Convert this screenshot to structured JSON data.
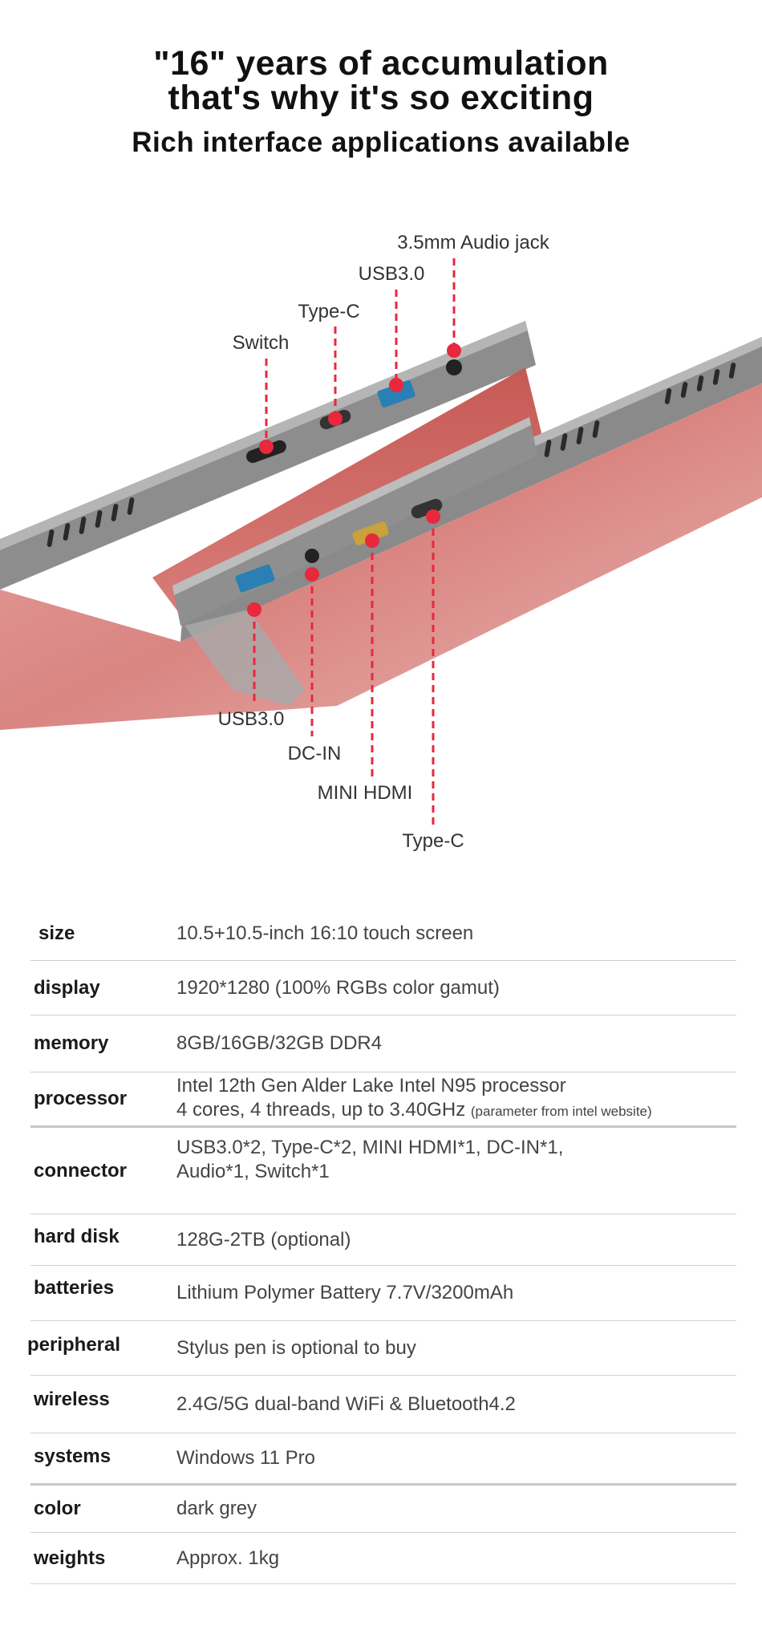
{
  "header": {
    "title_line1": "\"16\" years of accumulation",
    "title_line2": "that's why it's so exciting",
    "subtitle": "Rich interface applications available"
  },
  "ports": {
    "top": [
      "3.5mm Audio jack",
      "USB3.0",
      "Type-C",
      "Switch"
    ],
    "bottom": [
      "USB3.0",
      "DC-IN",
      "MINI HDMI",
      "Type-C"
    ]
  },
  "colors": {
    "accent": "#e8283c",
    "rail": "#8c8c8c",
    "screen": "#d98c88"
  },
  "specs": [
    {
      "label": "size",
      "value": "10.5+10.5-inch 16:10 touch screen"
    },
    {
      "label": "display",
      "value": "1920*1280 (100% RGBs color gamut)"
    },
    {
      "label": "memory",
      "value": "8GB/16GB/32GB DDR4"
    },
    {
      "label": "processor",
      "value": "Intel 12th Gen Alder Lake Intel N95 processor",
      "value2": "4 cores, 4 threads, up to 3.40GHz",
      "note": "(parameter from intel website)"
    },
    {
      "label": "connector",
      "value": "USB3.0*2, Type-C*2, MINI HDMI*1, DC-IN*1,",
      "value2": "Audio*1, Switch*1"
    },
    {
      "label": "hard disk",
      "value": "128G-2TB (optional)"
    },
    {
      "label": "batteries",
      "value": "Lithium Polymer Battery 7.7V/3200mAh"
    },
    {
      "label": "peripheral",
      "value": "Stylus pen is optional to buy"
    },
    {
      "label": "wireless",
      "value": "2.4G/5G dual-band WiFi & Bluetooth4.2"
    },
    {
      "label": "systems",
      "value": "Windows 11 Pro"
    },
    {
      "label": "color",
      "value": "dark grey"
    },
    {
      "label": "weights",
      "value": "Approx. 1kg"
    }
  ]
}
